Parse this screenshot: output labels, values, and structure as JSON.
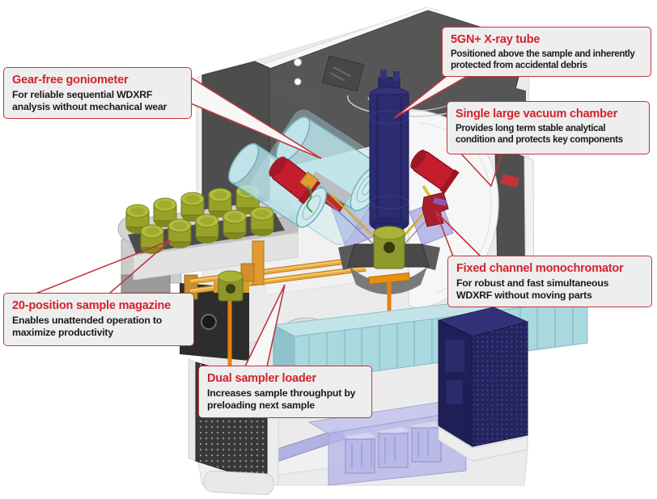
{
  "callouts": [
    {
      "id": "goniometer",
      "title": "Gear-free goniometer",
      "body": "For reliable sequential WDXRF analysis without mechanical wear"
    },
    {
      "id": "xray_tube",
      "title": "5GN+ X-ray tube",
      "body": "Positioned above the sample and inherently protected from accidental debris"
    },
    {
      "id": "vacuum_chamber",
      "title": "Single large vacuum chamber",
      "body": "Provides long term stable analytical condition and protects key components"
    },
    {
      "id": "monochromator",
      "title": "Fixed channel monochromator",
      "body": "For robust and fast simultaneous WDXRF without moving parts"
    },
    {
      "id": "sample_magazine",
      "title": "20-position sample magazine",
      "body": "Enables unattended operation to maximize productivity"
    },
    {
      "id": "sampler_loader",
      "title": "Dual sampler loader",
      "body": "Increases sample throughput by preloading next sample"
    }
  ],
  "palette": {
    "callout_border": "#c0363e",
    "callout_title_red": "#d2232d",
    "callout_bg": "#eeeeee",
    "body_text": "#1b1b1b",
    "goniometer_cyan": "#bfe3e8",
    "xray_tube_navy": "#2d2d74",
    "sample_cup_olive": "#a3ad2e",
    "rail_orange": "#e8a33c",
    "electronics_cyan": "#aadade",
    "module_lavender": "#b8b8e8",
    "chassis_dark": "#4a4a4a",
    "highlight_red": "#c41e2e"
  }
}
